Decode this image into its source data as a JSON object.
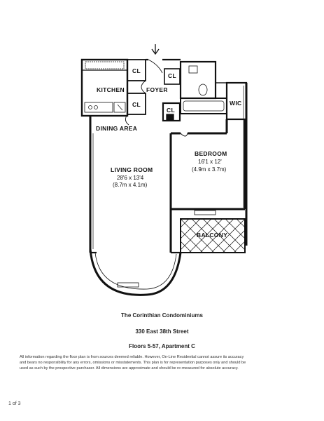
{
  "rooms": {
    "kitchen": "KITCHEN",
    "foyer": "FOYER",
    "dining": "DINING AREA",
    "living": {
      "name": "LIVING ROOM",
      "dim_ft": "28'6 x 13'4",
      "dim_m": "(8.7m x 4.1m)"
    },
    "bedroom": {
      "name": "BEDROOM",
      "dim_ft": "16'1 x 12'",
      "dim_m": "(4.9m x 3.7m)"
    },
    "wic": "WIC",
    "balcony": "BALCONY",
    "closet": "CL"
  },
  "caption": {
    "building": "The Corinthian Condominiums",
    "address": "330 East 38th Street",
    "unit": "Floors 5-57, Apartment C"
  },
  "disclaimer": {
    "line1": "All information regarding the floor plan is from sources deemed reliable. However, On-Line Residential cannot assure its accuracy",
    "line2": "and bears no responsibility for any errors, omissions or misstatements. This plan is for representation purposes only and should be",
    "line3": "used as such by the prospective purchaser. All dimensions are approximate and should be re-measured for absolute accuracy."
  },
  "page_number": "1 of 3"
}
